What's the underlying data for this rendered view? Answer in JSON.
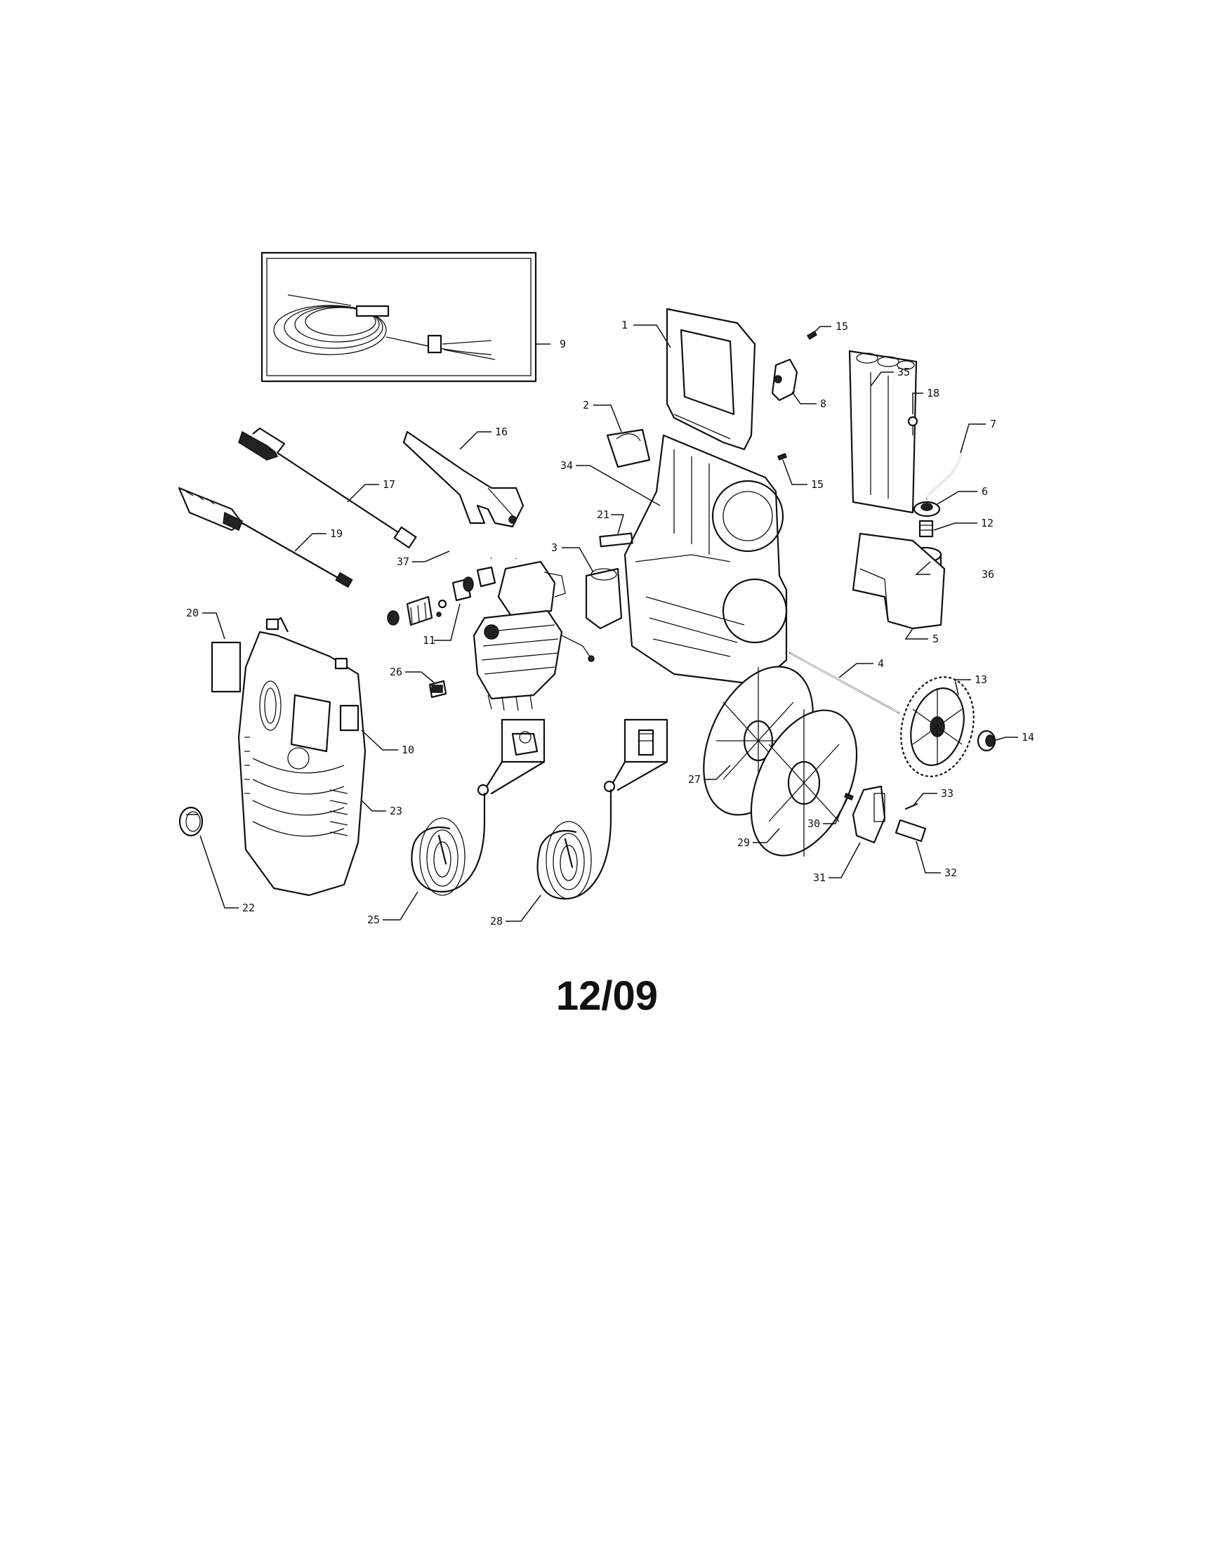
{
  "callouts": [
    "1",
    "2",
    "3",
    "4",
    "5",
    "6",
    "7",
    "8",
    "9",
    "10",
    "11",
    "12",
    "13",
    "14",
    "15",
    "15",
    "16",
    "17",
    "18",
    "19",
    "20",
    "21",
    "22",
    "23",
    "25",
    "26",
    "27",
    "28",
    "29",
    "30",
    "31",
    "32",
    "33",
    "34",
    "35",
    "36",
    "37"
  ],
  "footer": {
    "date": "12/09"
  }
}
